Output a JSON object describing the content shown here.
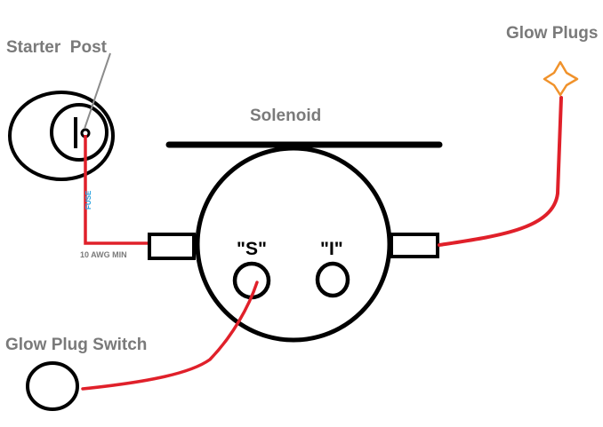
{
  "labels": {
    "starter_post": "Starter  Post",
    "glow_plugs": "Glow Plugs",
    "solenoid": "Solenoid",
    "terminal_s": "\"S\"",
    "terminal_i": "\"I\"",
    "glow_plug_switch": "Glow Plug Switch",
    "fuse": "FUSE",
    "wire_gauge": "10 AWG MIN"
  },
  "colors": {
    "wire": "#e0202a",
    "outline": "#000000",
    "pointer": "#8c8c8c",
    "glow_plug_icon": "#f0922b",
    "fuse_text": "#2aa3e0",
    "label": "#7a7a7a"
  },
  "icons": {
    "glow_plug": "four-point-star-icon"
  }
}
